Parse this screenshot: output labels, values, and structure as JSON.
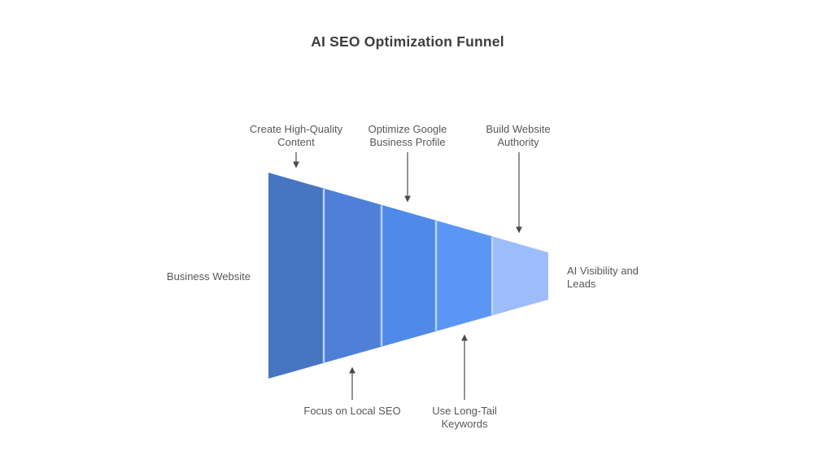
{
  "title": "AI SEO Optimization Funnel",
  "funnel": {
    "divider_color": "#bcd4f6",
    "segments": [
      {
        "color": "#4775c2"
      },
      {
        "color": "#4e80d9"
      },
      {
        "color": "#4f8ae9"
      },
      {
        "color": "#5c96f4"
      },
      {
        "color": "#9dbdfa"
      }
    ]
  },
  "annotations": {
    "top": [
      {
        "label": "Create High-Quality Content"
      },
      {
        "label": "Optimize Google Business Profile"
      },
      {
        "label": "Build Website Authority"
      }
    ],
    "bottom": [
      {
        "label": "Focus on Local SEO"
      },
      {
        "label": "Use Long-Tail Keywords"
      }
    ],
    "left": {
      "label": "Business Website"
    },
    "right": {
      "label": "AI Visibility and Leads"
    }
  }
}
